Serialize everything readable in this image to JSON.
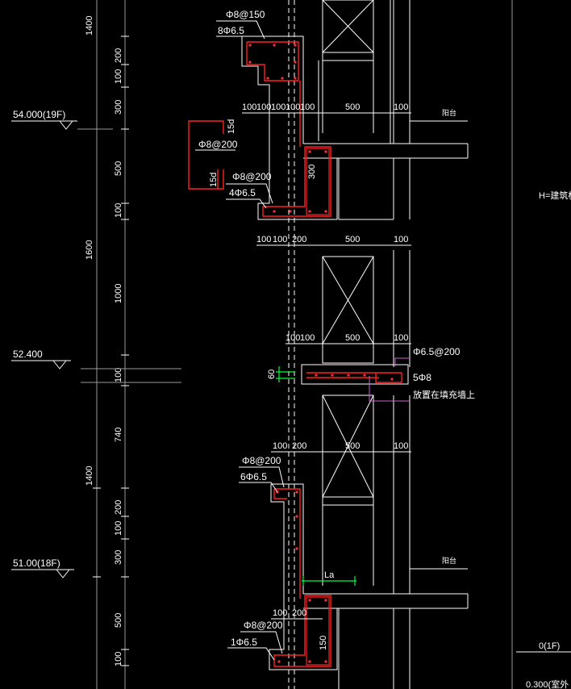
{
  "levels": {
    "l19f": "54.000(19F)",
    "l52": "52.400",
    "l18f": "51.00(18F)"
  },
  "dims_vertical": [
    "1400",
    "200",
    "100",
    "300",
    "500",
    "100",
    "1600",
    "1000",
    "100",
    "740",
    "1400",
    "200",
    "100",
    "300",
    "500",
    "100"
  ],
  "dims_horizontal": {
    "row1": [
      "100",
      "100",
      "100",
      "100",
      "100",
      "500",
      "100"
    ],
    "row2": [
      "100",
      "100",
      "200",
      "500",
      "100"
    ],
    "row3": [
      "100",
      "100",
      "500",
      "100"
    ],
    "row4": [
      "100",
      "200",
      "500",
      "100"
    ],
    "row5": [
      "100",
      "200"
    ]
  },
  "rebar": {
    "top_stirrup": "Φ8@150",
    "top_bars": "8Φ6.5",
    "hook_15d_a": "15d",
    "hook_spacing": "Φ8@200",
    "hook_15d_b": "15d",
    "mid_stirrup": "Φ8@200",
    "mid_bars": "4Φ6.5",
    "mid_300": "300",
    "slab_dist": "Φ6.5@200",
    "slab_main": "5Φ8",
    "slab_note": "放置在填充墙上",
    "slab_60": "60",
    "low_stirrup": "Φ8@200",
    "low_bars": "6Φ6.5",
    "la": "La",
    "bot_stirrup": "Φ8@200",
    "bot_bars": "1Φ6.5",
    "bot_150": "150"
  },
  "labels": {
    "balcony_a": "阳台",
    "balcony_b": "阳台",
    "right_note": "H=建筑标",
    "right_level": "0(1F)",
    "right_bottom": "0.300(室外"
  }
}
